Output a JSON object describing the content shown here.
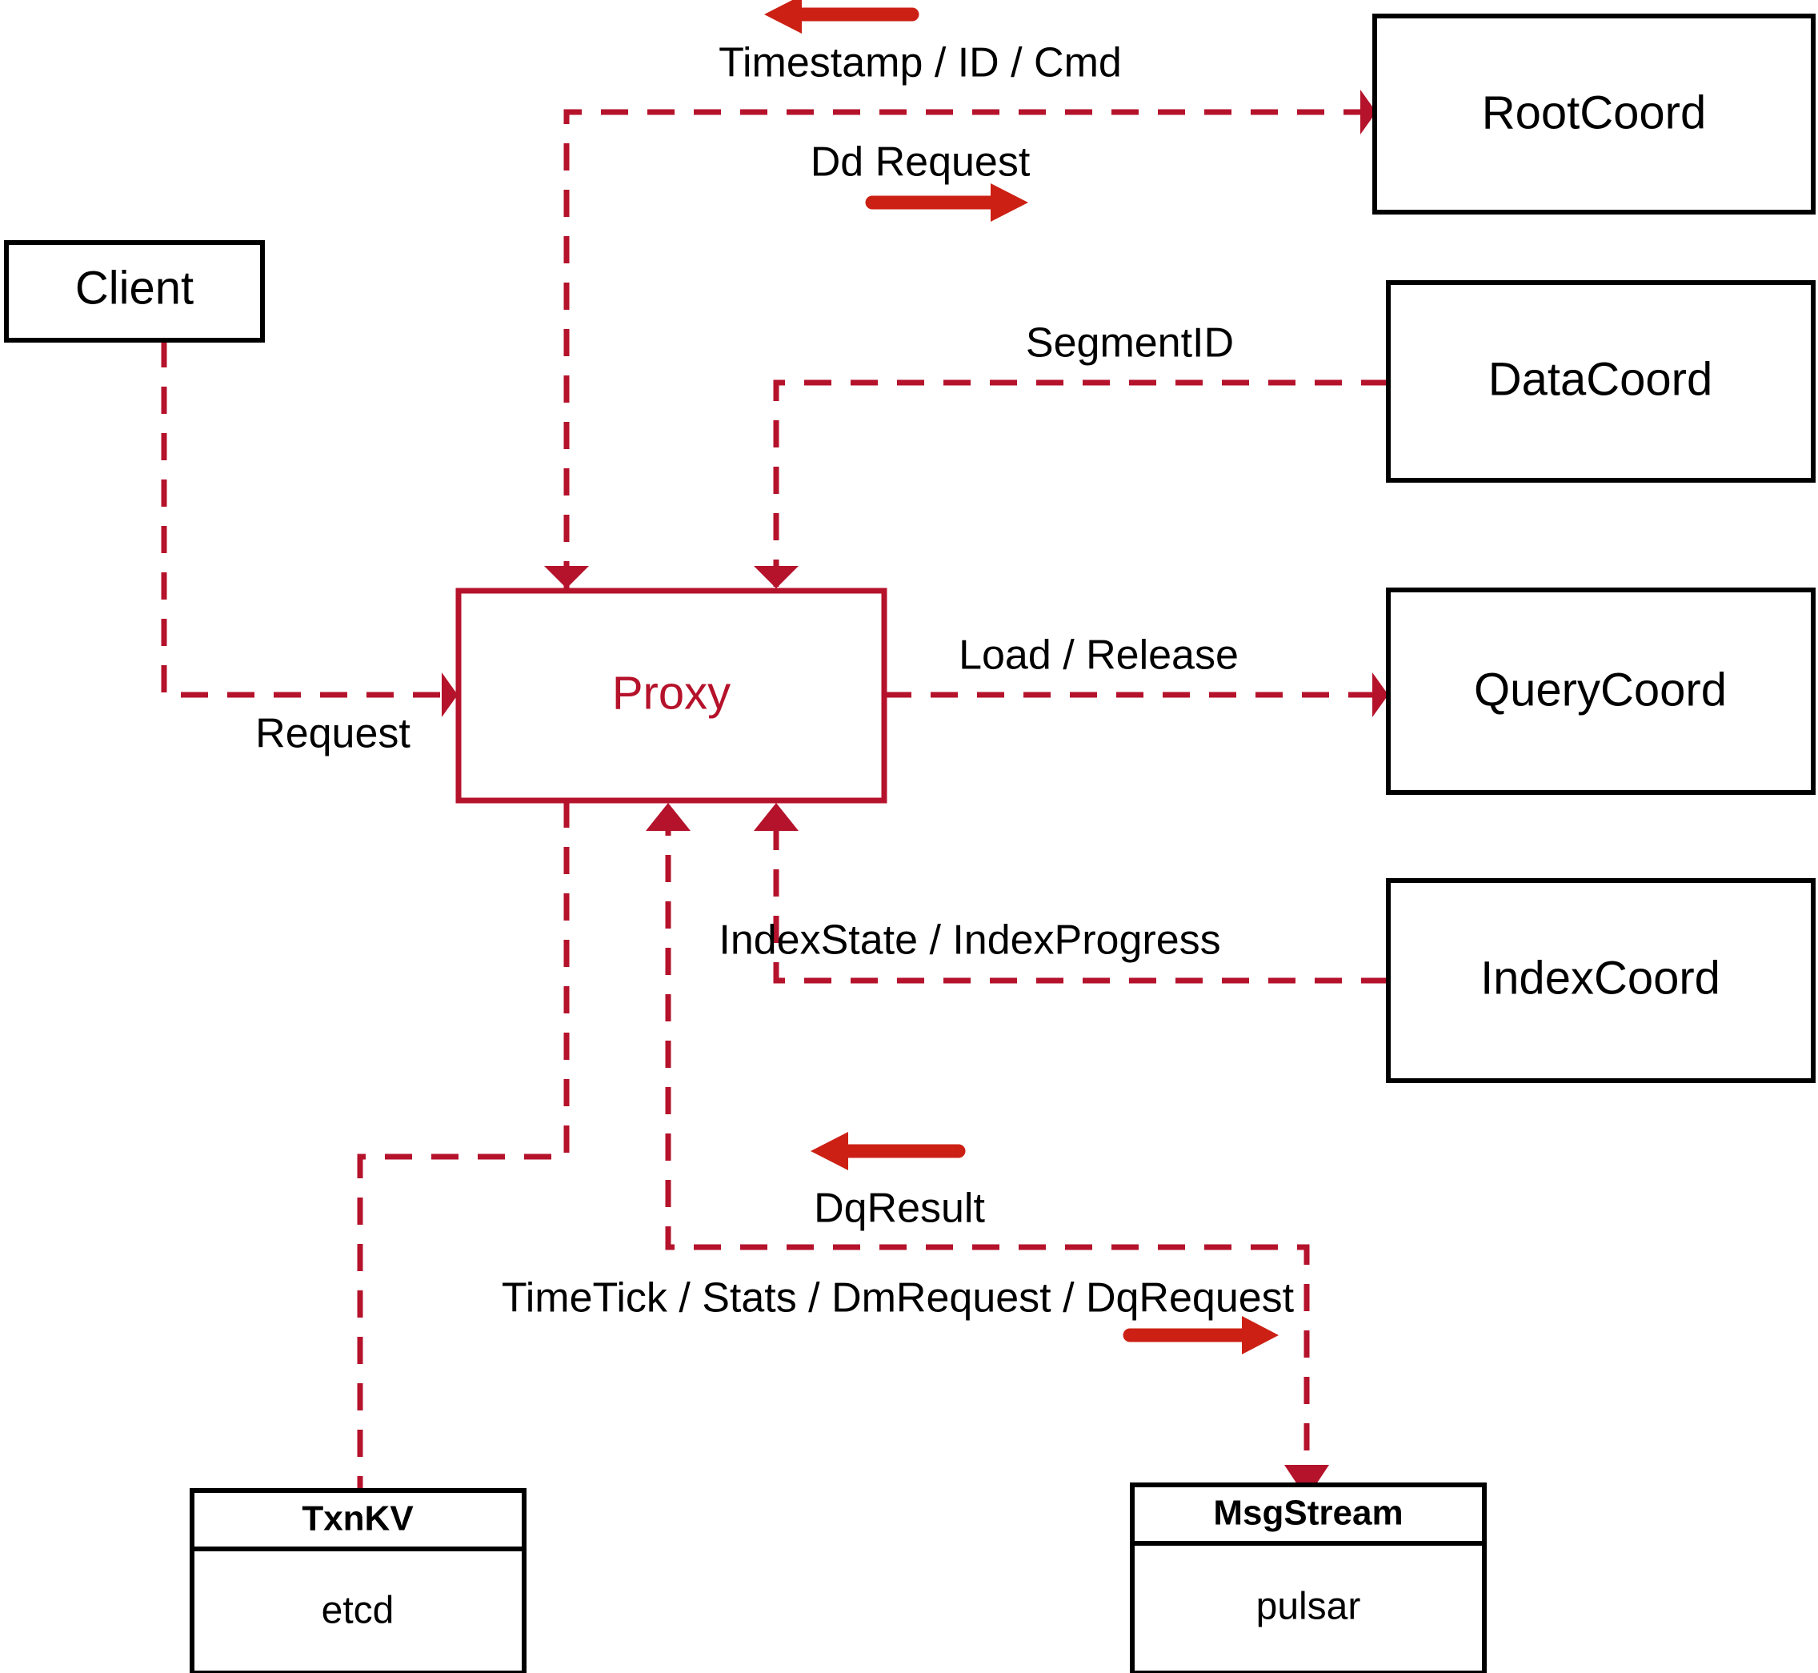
{
  "diagram": {
    "title": "Milvus Proxy interaction diagram",
    "colors": {
      "edge": "#b5122b",
      "flow_arrow": "#cc2014",
      "node_stroke": "#000000",
      "proxy_stroke": "#b5122b",
      "background": "#ffffff"
    }
  },
  "nodes": {
    "client": {
      "label": "Client"
    },
    "proxy": {
      "label": "Proxy"
    },
    "root_coord": {
      "label": "RootCoord"
    },
    "data_coord": {
      "label": "DataCoord"
    },
    "query_coord": {
      "label": "QueryCoord"
    },
    "index_coord": {
      "label": "IndexCoord"
    },
    "txn_kv": {
      "title": "TxnKV",
      "impl": "etcd"
    },
    "msg_stream": {
      "title": "MsgStream",
      "impl": "pulsar"
    }
  },
  "edges": {
    "client_to_proxy": {
      "label": "Request"
    },
    "proxy_to_root_coord": {
      "label_a": "Timestamp / ID / Cmd",
      "label_b": "Dd Request"
    },
    "data_coord_to_proxy": {
      "label": "SegmentID"
    },
    "proxy_to_query_coord": {
      "label": "Load / Release"
    },
    "index_coord_to_proxy": {
      "label": "IndexState / IndexProgress"
    },
    "msg_stream_to_proxy": {
      "label": "DqResult"
    },
    "proxy_to_msg_stream": {
      "label": "TimeTick / Stats / DmRequest / DqRequest"
    }
  }
}
